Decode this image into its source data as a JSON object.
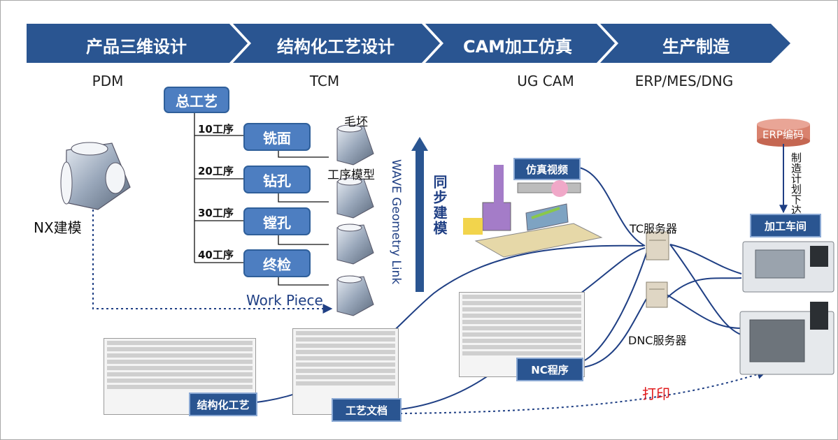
{
  "stages": [
    "产品三维设计",
    "结构化工艺设计",
    "CAM加工仿真",
    "生产制造"
  ],
  "systems": [
    "PDM",
    "TCM",
    "UG CAM",
    "ERP/MES/DNG"
  ],
  "nx_model": "NX建模",
  "root_process": "总工艺",
  "operations": [
    {
      "seq": "10工序",
      "name": "铣面"
    },
    {
      "seq": "20工序",
      "name": "钻孔"
    },
    {
      "seq": "30工序",
      "name": "镗孔"
    },
    {
      "seq": "40工序",
      "name": "终检"
    }
  ],
  "blank_label": "毛坯",
  "process_model_label": "工序模型",
  "work_piece": "Work Piece",
  "wave_link": "WAVE Geometry Link",
  "sync_modeling": "同步建模",
  "sim_video": "仿真视频",
  "tc_server": "TC服务器",
  "dnc_server": "DNC服务器",
  "nc_program": "NC程序",
  "structured_process": "结构化工艺",
  "process_doc": "工艺文档",
  "print": "打印",
  "erp_code": "ERP编码",
  "plan_release": "制造计划下达",
  "workshop": "加工车间",
  "colors": {
    "stage_bar": "#2a5591",
    "box": "#4d7ec1",
    "link": "#1f3f84",
    "print": "#e0191b"
  }
}
